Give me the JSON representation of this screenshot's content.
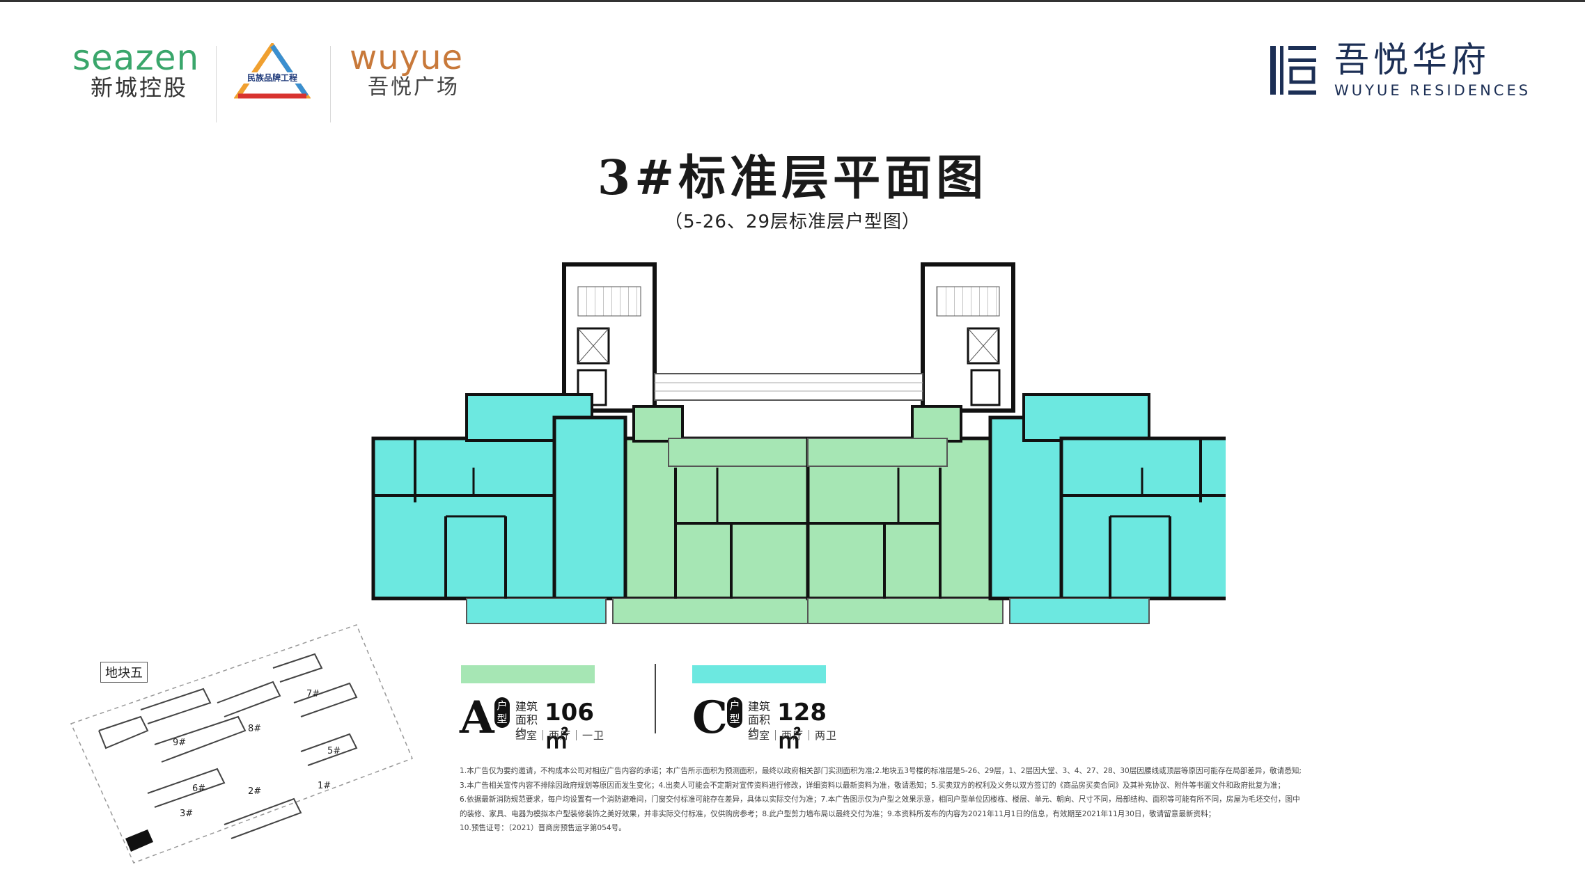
{
  "header": {
    "seazen_en": "seazen",
    "seazen_cn": "新城控股",
    "brand_project_text": "民族品牌工程",
    "wuyue_en": "wuyue",
    "wuyue_cn": "吾悦广场",
    "residences_cn": "吾悦华府",
    "residences_en": "WUYUE RESIDENCES"
  },
  "title": "3#标准层平面图",
  "subtitle": "（5-26、29层标准层户型图）",
  "colors": {
    "unit_a": "#a6e6b4",
    "unit_c": "#6ce8e0",
    "brand_green": "#3aa66b",
    "brand_orange": "#c8793a",
    "residences_navy": "#1c2f55"
  },
  "site_map": {
    "tag": "地块五",
    "buildings": [
      "7#",
      "8#",
      "9#",
      "5#",
      "6#",
      "1#",
      "2#",
      "3#"
    ]
  },
  "units": [
    {
      "letter": "A",
      "badge": "户型",
      "area_label": "建筑面积约",
      "area": "106㎡",
      "rooms": "三室｜两厅｜一卫"
    },
    {
      "letter": "C",
      "badge": "户型",
      "area_label": "建筑面积约",
      "area": "128㎡",
      "rooms": "三室｜两厅｜两卫"
    }
  ],
  "disclaimer": [
    "1.本广告仅为要约邀请，不构成本公司对相应广告内容的承诺；本广告所示面积为预测面积，最终以政府相关部门实测面积为准;2.地块五3号楼的标准层是5-26、29层，1、2层因大堂、3、4、27、28、30层因腰线或顶层等原因可能存在局部差异，敬请悉知;",
    "3.本广告相关宣传内容不排除因政府规划等原因而发生变化；4.出卖人可能会不定期对宣传资料进行修改，详细资料以最新资料为准，敬请悉知；5.买卖双方的权利及义务以双方签订的《商品房买卖合同》及其补充协议、附件等书面文件和政府批复为准；",
    "6.依据最新消防规范要求，每户均设置有一个消防避难间，门窗交付标准可能存在差异，具体以实际交付为准；7.本广告图示仅为户型之效果示意，相同户型单位因楼栋、楼层、单元、朝向、尺寸不同，局部结构、面积等可能有所不同，房屋为毛坯交付，图中",
    "的装修、家具、电器为模拟本户型装修装饰之美好效果，并非实际交付标准，仅供购房参考；8.此户型剪力墙布局以最终交付为准；9.本资料所发布的内容为2021年11月1日的信息，有效期至2021年11月30日，敬请留意最新资料；",
    "10.预售证号：（2021）晋商房预售运字第054号。"
  ]
}
